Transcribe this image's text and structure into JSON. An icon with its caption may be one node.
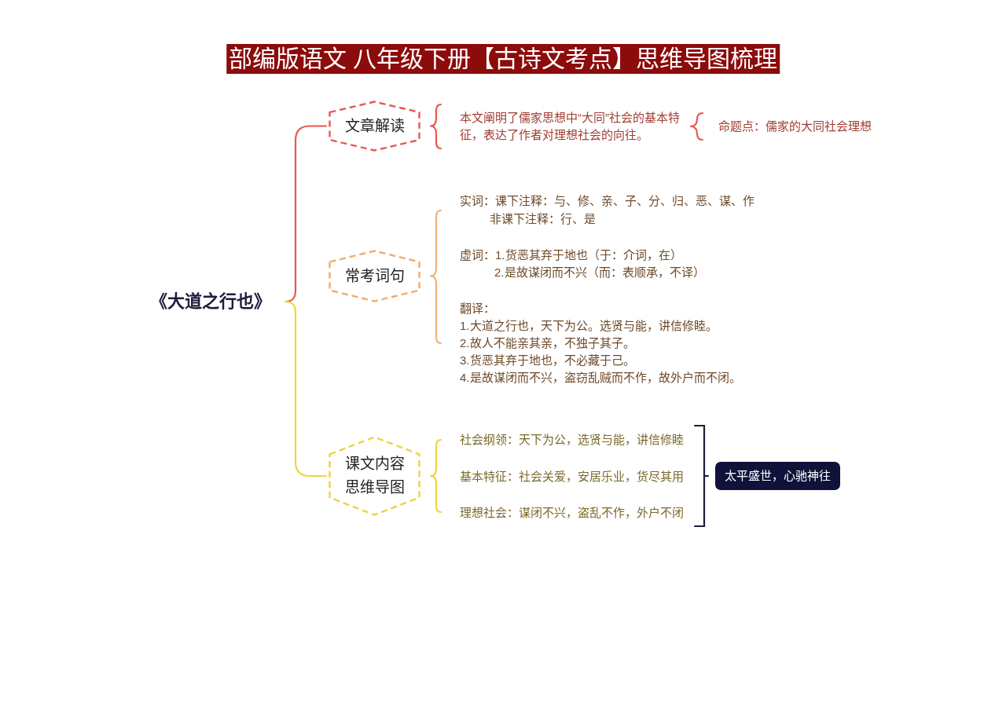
{
  "diagram": {
    "title": "部编版语文 八年级下册【古诗文考点】思维导图梳理",
    "nodes": [
      {
        "text": [
          "《大道之行也》"
        ]
      },
      {
        "text": [
          "文章解读"
        ]
      },
      {
        "text": [
          "本文阐明了儒家思想中“大同”社会的基本特征，表达了作者对理想社会的向往。"
        ]
      },
      {
        "text": [
          "命题点：儒家的大同社会理想"
        ]
      },
      {
        "text": [
          "常考词句"
        ]
      },
      {
        "text": [
          "实词：课下注释：与、修、亲、子、分、归、恶、谋、作",
          "非课下注释：行、是",
          "虚词：1.货恶其弃于地也（于：介词，在）",
          "2.是故谋闭而不兴（而：表顺承，不译）",
          "翻译：",
          "1.大道之行也，天下为公。选贤与能，讲信修睦。",
          "2.故人不能亲其亲，不独子其子。",
          "3.货恶其弃于地也，不必藏于己。",
          "4.是故谋闭而不兴，盗窃乱贼而不作，故外户而不闭。"
        ]
      },
      {
        "text": [
          "课文内容思维导图"
        ]
      },
      {
        "text": [
          "社会纲领：天下为公，选贤与能，讲信修睦",
          "基本特征：社会关爱，安居乐业，货尽其用",
          "理想社会：谋闭不兴，盗乱不作，外户不闭"
        ]
      },
      {
        "text": [
          "太平盛世，心驰神往"
        ]
      }
    ],
    "edges": [
      {
        "from": 0,
        "to": 1,
        "arrow": "none",
        "color": "#e8584d"
      },
      {
        "from": 0,
        "to": 6,
        "arrow": "none",
        "color": "#f0d43a"
      },
      {
        "from": 1,
        "to": 2,
        "arrow": "none",
        "color": "#e8584d"
      },
      {
        "from": 2,
        "to": 3,
        "arrow": "none",
        "color": "#e8584d"
      },
      {
        "from": 4,
        "to": 5,
        "arrow": "none",
        "color": "#f2b27a"
      },
      {
        "from": 6,
        "to": 7,
        "arrow": "none",
        "color": "#f0d43a"
      },
      {
        "from": 7,
        "to": 8,
        "arrow": "none",
        "color": "#1d1d3b"
      }
    ]
  }
}
